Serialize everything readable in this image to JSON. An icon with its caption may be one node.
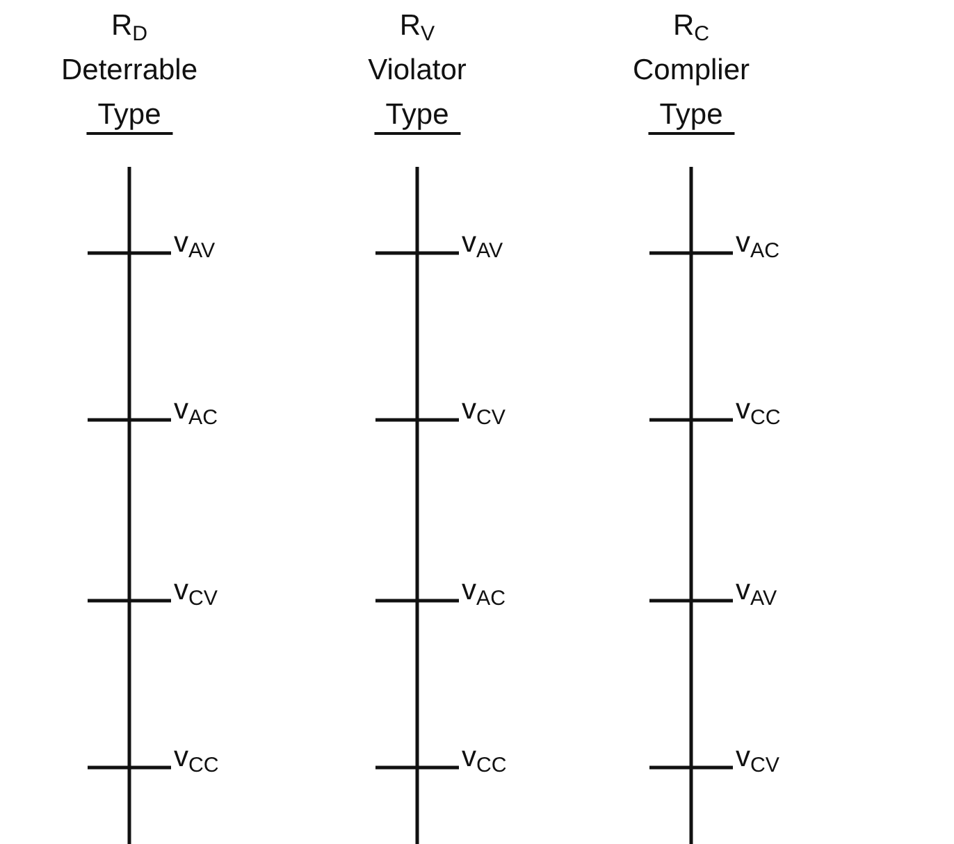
{
  "diagram": {
    "labels": [
      "R$_{D}$",
      "R$_{V}$",
      "R$_{C}$",
      "Deterrable",
      "Violator",
      "Complier",
      "Type",
      "Type",
      "Type",
      "v$_{AV}$",
      "v$_{AV}$",
      "v$_{AC}$",
      "v$_{AC}$",
      "v$_{CV}$",
      "v$_{CC}$",
      "v$_{CV}$",
      "v$_{AC}$",
      "v$_{AV}$",
      "v$_{CC}$",
      "v$_{CC}$",
      "v$_{CV}$"
    ]
  }
}
